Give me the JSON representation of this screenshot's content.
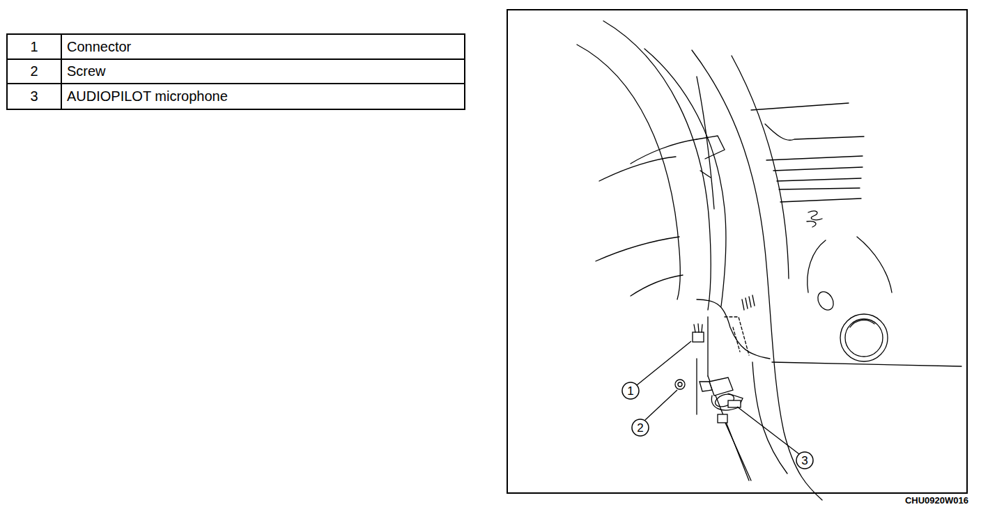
{
  "diagram": {
    "labels": [
      "1",
      "Connector",
      "2",
      "Screw",
      "3",
      "AUDIOPILOT microphone",
      "1",
      "2",
      "3",
      "CHU0920W016"
    ]
  }
}
